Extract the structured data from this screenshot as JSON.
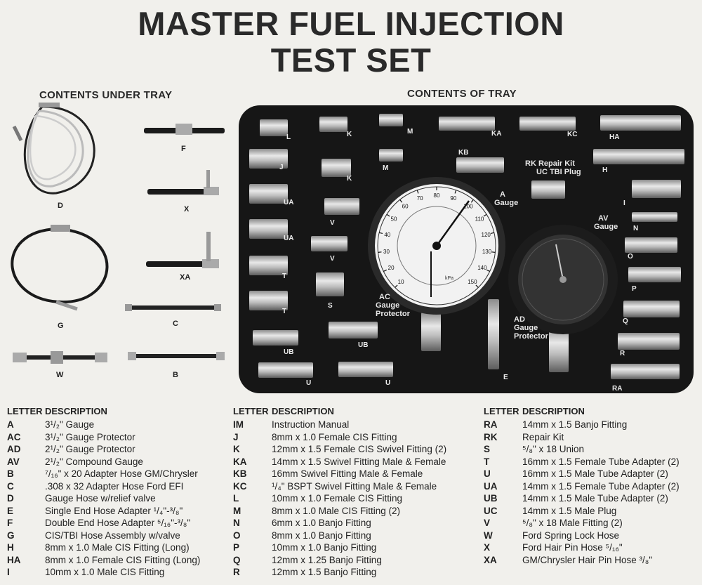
{
  "title_line1": "MASTER FUEL INJECTION",
  "title_line2": "TEST SET",
  "under_tray_heading": "CONTENTS UNDER TRAY",
  "tray_heading": "CONTENTS OF TRAY",
  "under_tray_labels": [
    "D",
    "F",
    "X",
    "XA",
    "G",
    "C",
    "W",
    "B"
  ],
  "tray_labels": [
    "L",
    "K",
    "M",
    "KA",
    "KC",
    "HA",
    "J",
    "M",
    "KB",
    "H",
    "K",
    "UA",
    "V",
    "I",
    "N",
    "UA",
    "V",
    "O",
    "T",
    "S",
    "P",
    "T",
    "Q",
    "UB",
    "UB",
    "R",
    "U",
    "U",
    "E",
    "RA"
  ],
  "callouts": {
    "rk": "RK Repair Kit",
    "uc": "UC TBI Plug",
    "a1": "A",
    "a2": "Gauge",
    "av1": "AV",
    "av2": "Gauge",
    "ac1": "AC",
    "ac2": "Gauge",
    "ac3": "Protector",
    "ad1": "AD",
    "ad2": "Gauge",
    "ad3": "Protector"
  },
  "legend_header": {
    "letter": "LETTER",
    "description": "DESCRIPTION"
  },
  "legend_col1": [
    {
      "letter": "A",
      "desc": "3¹/₂\" Gauge"
    },
    {
      "letter": "AC",
      "desc": "3¹/₂\" Gauge Protector"
    },
    {
      "letter": "AD",
      "desc": "2¹/₂\" Gauge Protector"
    },
    {
      "letter": "AV",
      "desc": "2¹/₂\" Compound Gauge"
    },
    {
      "letter": "B",
      "desc": "⁷/₁₆\" x 20 Adapter Hose GM/Chrysler"
    },
    {
      "letter": "C",
      "desc": ".308 x 32 Adapter Hose Ford EFI"
    },
    {
      "letter": "D",
      "desc": "Gauge Hose w/relief valve"
    },
    {
      "letter": "E",
      "desc": "Single End Hose Adapter ¹/₄\"-³/₈\""
    },
    {
      "letter": "F",
      "desc": "Double End Hose Adapter ⁵/₁₆\"-³/₈\""
    },
    {
      "letter": "G",
      "desc": "CIS/TBI Hose Assembly w/valve"
    },
    {
      "letter": "H",
      "desc": "8mm x 1.0 Male CIS Fitting (Long)"
    },
    {
      "letter": "HA",
      "desc": "8mm x 1.0 Female CIS Fitting (Long)"
    },
    {
      "letter": "I",
      "desc": "10mm x 1.0 Male CIS Fitting"
    }
  ],
  "legend_col2": [
    {
      "letter": "IM",
      "desc": "Instruction Manual"
    },
    {
      "letter": "J",
      "desc": "8mm x 1.0 Female CIS Fitting"
    },
    {
      "letter": "K",
      "desc": "12mm x 1.5 Female CIS Swivel Fitting (2)"
    },
    {
      "letter": "KA",
      "desc": "14mm x 1.5 Swivel Fitting Male & Female"
    },
    {
      "letter": "KB",
      "desc": "16mm Swivel Fitting Male & Female"
    },
    {
      "letter": "KC",
      "desc": "¹/₄\" BSPT Swivel Fitting Male & Female"
    },
    {
      "letter": "L",
      "desc": "10mm x 1.0 Female CIS Fitting"
    },
    {
      "letter": "M",
      "desc": "8mm x 1.0 Male CIS Fitting (2)"
    },
    {
      "letter": "N",
      "desc": "6mm x 1.0 Banjo Fitting"
    },
    {
      "letter": "O",
      "desc": "8mm x 1.0 Banjo Fitting"
    },
    {
      "letter": "P",
      "desc": "10mm x 1.0 Banjo Fitting"
    },
    {
      "letter": "Q",
      "desc": "12mm x 1.25 Banjo Fitting"
    },
    {
      "letter": "R",
      "desc": "12mm x 1.5 Banjo Fitting"
    }
  ],
  "legend_col3": [
    {
      "letter": "RA",
      "desc": "14mm x 1.5 Banjo Fitting"
    },
    {
      "letter": "RK",
      "desc": "Repair Kit"
    },
    {
      "letter": "S",
      "desc": "⁵/₈\" x 18 Union"
    },
    {
      "letter": "T",
      "desc": "16mm x 1.5 Female Tube Adapter (2)"
    },
    {
      "letter": "U",
      "desc": "16mm x 1.5 Male Tube Adapter (2)"
    },
    {
      "letter": "UA",
      "desc": "14mm x 1.5 Female Tube Adapter (2)"
    },
    {
      "letter": "UB",
      "desc": "14mm x 1.5 Male Tube Adapter (2)"
    },
    {
      "letter": "UC",
      "desc": "14mm x 1.5 Male Plug"
    },
    {
      "letter": "V",
      "desc": "⁵/₈\" x 18 Male Fitting (2)"
    },
    {
      "letter": "W",
      "desc": "Ford Spring Lock Hose"
    },
    {
      "letter": "X",
      "desc": "Ford Hair Pin Hose ⁵/₁₆\""
    },
    {
      "letter": "XA",
      "desc": "GM/Chrysler Hair Pin Hose ³/₈\""
    }
  ],
  "gauge_a_ticks": [
    "10",
    "20",
    "30",
    "40",
    "50",
    "60",
    "70",
    "80",
    "90",
    "100",
    "110",
    "120",
    "130",
    "140",
    "150"
  ],
  "gauge_a_inner_unit": "kPa"
}
